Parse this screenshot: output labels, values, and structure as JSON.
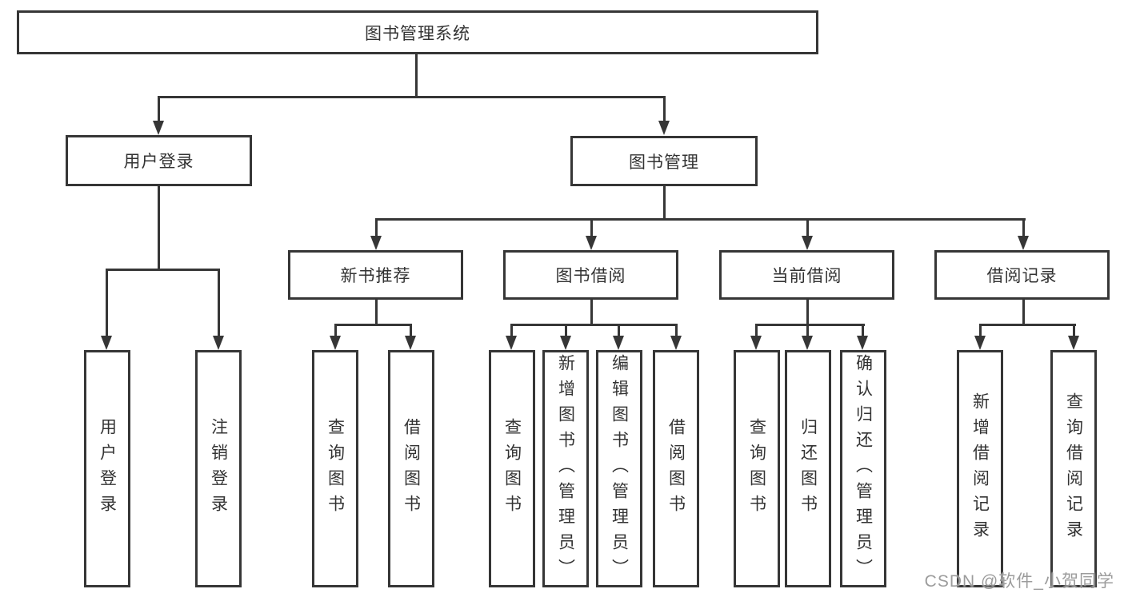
{
  "diagram": {
    "title": "图书管理系统",
    "nodes": {
      "root": "图书管理系统",
      "user_login": "用户登录",
      "book_management": "图书管理",
      "new_book_recommend": "新书推荐",
      "book_borrowing": "图书借阅",
      "current_borrowing": "当前借阅",
      "borrowing_records": "借阅记录"
    },
    "leaves": {
      "user_login": [
        "用户登录",
        "注销登录"
      ],
      "new_book_recommend": [
        "查询图书",
        "借阅图书"
      ],
      "book_borrowing": [
        "查询图书",
        "新增图书（管理员）",
        "编辑图书（管理员）",
        "借阅图书"
      ],
      "current_borrowing": [
        "查询图书",
        "归还图书",
        "确认归还（管理员）"
      ],
      "borrowing_records": [
        "新增借阅记录",
        "查询借阅记录"
      ]
    },
    "watermark": "CSDN @软件_小贺同学",
    "colors": {
      "line": "#363636",
      "text": "#333333",
      "background": "#ffffff",
      "watermark": "#949494"
    }
  }
}
